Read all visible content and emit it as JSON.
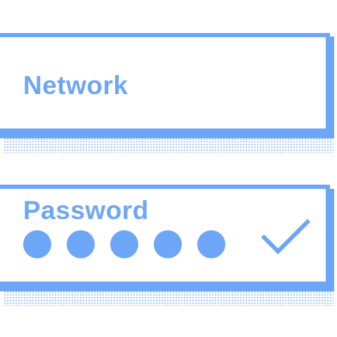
{
  "network": {
    "label": "Network",
    "value": ""
  },
  "password": {
    "label": "Password",
    "masked_length": 5,
    "valid": true
  },
  "icons": {
    "valid": "checkmark-icon"
  },
  "colors": {
    "accent": "#6ea6f7",
    "shadow_dots": "#aecdfb",
    "background": "#ffffff"
  }
}
